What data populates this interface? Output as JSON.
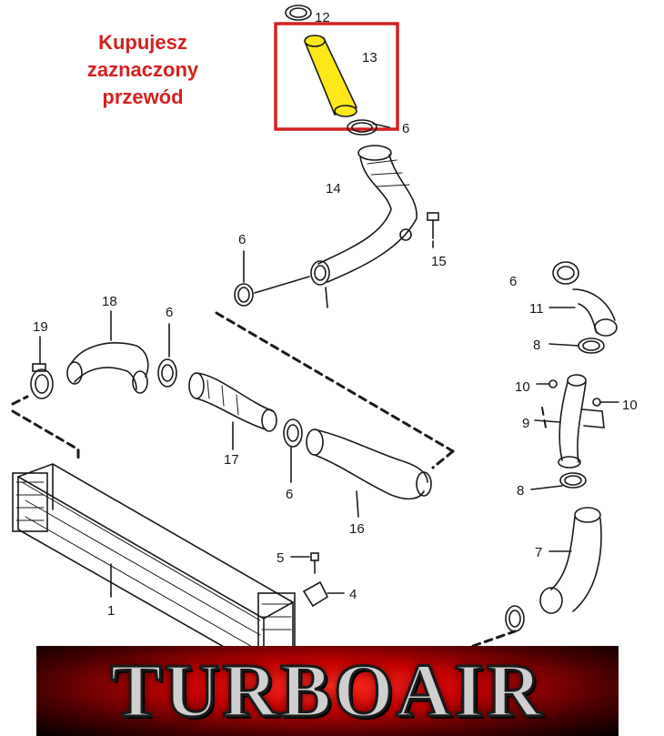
{
  "note": {
    "lines": [
      "Kupujesz",
      "zaznaczony",
      "przewód"
    ],
    "color": "#d42020"
  },
  "highlight": {
    "frame_color": "#d42020",
    "fill_color": "#ffe81a"
  },
  "part_numbers": {
    "p12": "12",
    "p13": "13",
    "p6_top": "6",
    "p14": "14",
    "p15": "15",
    "p6_upper": "6",
    "p18": "18",
    "p6_mid": "6",
    "p19": "19",
    "p17": "17",
    "p6_lower": "6",
    "p16": "16",
    "p1": "1",
    "p5": "5",
    "p4": "4",
    "p6_right": "6",
    "p11": "11",
    "p8_upper": "8",
    "p10_left": "10",
    "p10_right": "10",
    "p9": "9",
    "p8_lower": "8",
    "p7": "7"
  },
  "brand": {
    "text": "TURBOAIR"
  }
}
